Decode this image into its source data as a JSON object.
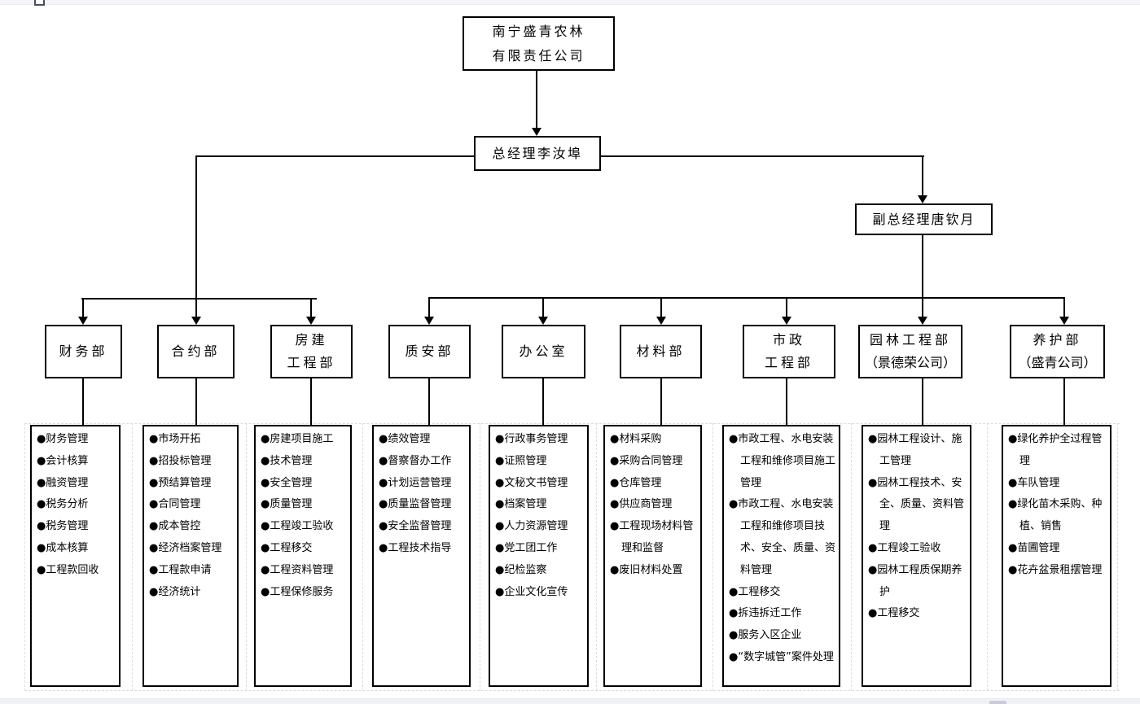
{
  "org_chart": {
    "bullet": "●",
    "root": {
      "lines": [
        "南宁盛青农林",
        "有限责任公司"
      ]
    },
    "general_manager": {
      "label": "总经理李汝埠"
    },
    "deputy_manager": {
      "label": "副总经理唐钦月"
    },
    "departments": [
      {
        "name_lines": [
          "财务部"
        ],
        "duties": [
          "财务管理",
          "会计核算",
          "融资管理",
          "税务分析",
          "税务管理",
          "成本核算",
          "工程款回收"
        ]
      },
      {
        "name_lines": [
          "合约部"
        ],
        "duties": [
          "市场开拓",
          "招投标管理",
          "预结算管理",
          "合同管理",
          "成本管控",
          "经济档案管理",
          "工程款申请",
          "经济统计"
        ]
      },
      {
        "name_lines": [
          "房建",
          "工程部"
        ],
        "duties": [
          "房建项目施工",
          "技术管理",
          "安全管理",
          "质量管理",
          "工程竣工验收",
          "工程移交",
          "工程资料管理",
          "工程保修服务"
        ]
      },
      {
        "name_lines": [
          "质安部"
        ],
        "duties": [
          "绩效管理",
          "督察督办工作",
          "计划运营管理",
          "质量监督管理",
          "安全监督管理",
          "工程技术指导"
        ]
      },
      {
        "name_lines": [
          "办公室"
        ],
        "duties": [
          "行政事务管理",
          "证照管理",
          "文秘文书管理",
          "档案管理",
          "人力资源管理",
          "党工团工作",
          "纪检监察",
          "企业文化宣传"
        ]
      },
      {
        "name_lines": [
          "材料部"
        ],
        "duties": [
          "材料采购",
          "采购合同管理",
          "仓库管理",
          "供应商管理",
          "工程现场材料管理和监督",
          "废旧材料处置"
        ]
      },
      {
        "name_lines": [
          "市政",
          "工程部"
        ],
        "duties": [
          "市政工程、水电安装工程和维修项目施工管理",
          "市政工程、水电安装工程和维修项目技术、安全、质量、资料管理",
          "工程移交",
          "拆违拆迁工作",
          "服务入区企业",
          "“数字城管”案件处理"
        ]
      },
      {
        "name_lines": [
          "园林工程部",
          "（景德荣公司）"
        ],
        "duties": [
          "园林工程设计、施工管理",
          "园林工程技术、安全、质量、资料管理",
          "工程竣工验收",
          "园林工程质保期养护",
          "工程移交"
        ]
      },
      {
        "name_lines": [
          "养护部",
          "（盛青公司）"
        ],
        "duties": [
          "绿化养护全过程管理",
          "车队管理",
          "绿化苗木采购、种植、销售",
          "苗圃管理",
          "花卉盆景租摆管理"
        ]
      }
    ]
  }
}
